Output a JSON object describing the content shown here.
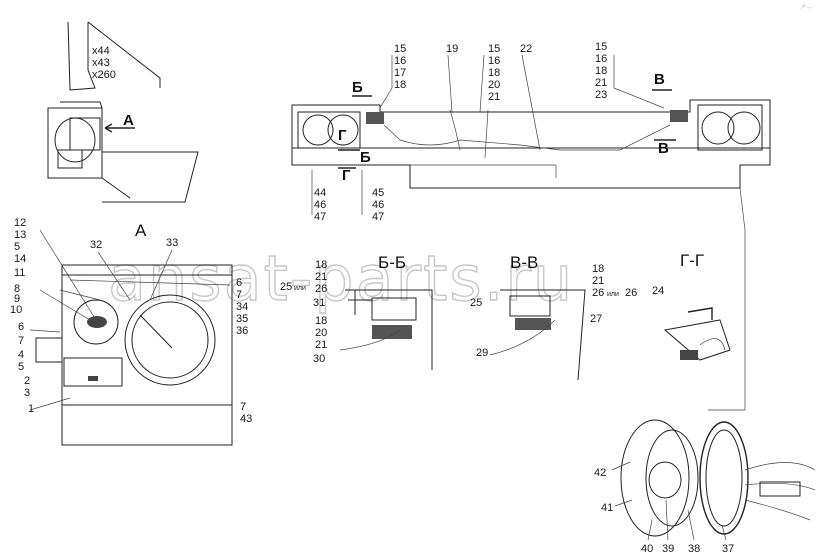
{
  "watermark": "ansat-parts.ru",
  "corner_mark": "↗↔",
  "top_left": {
    "codes": [
      "x44",
      "x43",
      "x260"
    ],
    "view_label": "А"
  },
  "section_marks": {
    "b1": "Б",
    "b2": "Б",
    "g1": "Г",
    "g2": "Г",
    "v1": "В",
    "v2": "В"
  },
  "callouts": {
    "c15a": "15",
    "c16a": "16",
    "c17a": "17",
    "c18a": "18",
    "c19": "19",
    "c15b": "15",
    "c16b": "16",
    "c18b": "18",
    "c20b": "20",
    "c21b": "21",
    "c22": "22",
    "c15c": "15",
    "c16c": "16",
    "c18c": "18",
    "c21c": "21",
    "c23c": "23",
    "c44": "44",
    "c46a": "46",
    "c47a": "47",
    "c45": "45",
    "c46b": "46",
    "c47b": "47"
  },
  "view_a": {
    "title": "А",
    "labels": [
      "12",
      "13",
      "5",
      "14",
      "11",
      "8",
      "9",
      "10",
      "6",
      "7",
      "4",
      "5",
      "2",
      "3",
      "1",
      "32",
      "33",
      "6",
      "7",
      "34",
      "35",
      "36",
      "7",
      "43"
    ]
  },
  "view_bb": {
    "title": "Б-Б",
    "labels": [
      "18",
      "21",
      "26",
      "25",
      "или",
      "31",
      "18",
      "20",
      "21",
      "30"
    ]
  },
  "view_vv": {
    "title": "В-В",
    "labels": [
      "18",
      "21",
      "26",
      "25",
      "или",
      "26",
      "27",
      "29"
    ]
  },
  "view_gg": {
    "title": "Г-Г",
    "labels": [
      "24"
    ]
  },
  "lamp": {
    "labels": [
      "42",
      "41",
      "40",
      "39",
      "38",
      "37"
    ]
  }
}
